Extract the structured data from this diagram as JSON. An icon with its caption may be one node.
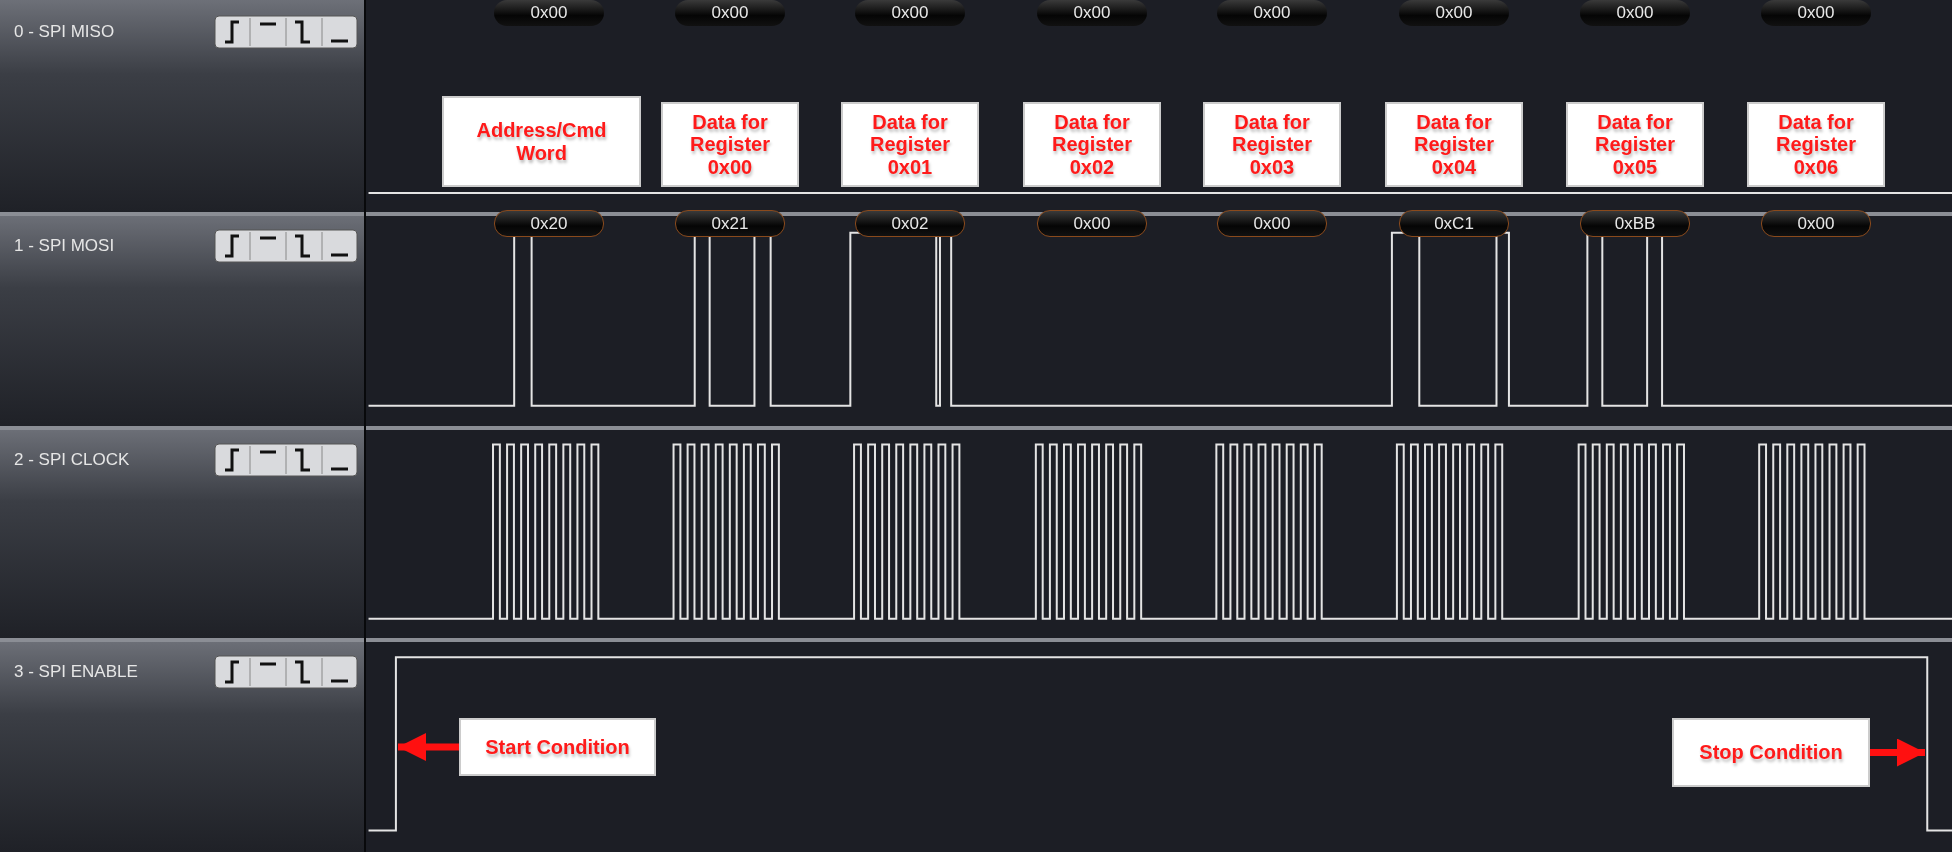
{
  "diagram": {
    "nodes": [
      {
        "text": [
          "0x00"
        ]
      },
      {
        "text": [
          "0x00"
        ]
      },
      {
        "text": [
          "0x00"
        ]
      },
      {
        "text": [
          "0x00"
        ]
      },
      {
        "text": [
          "0x00"
        ]
      },
      {
        "text": [
          "0x00"
        ]
      },
      {
        "text": [
          "0x00"
        ]
      },
      {
        "text": [
          "0x00"
        ]
      },
      {
        "text": [
          "Address/Cmd Word"
        ]
      },
      {
        "text": [
          "Data for Register 0x00"
        ]
      },
      {
        "text": [
          "Data for Register 0x01"
        ]
      },
      {
        "text": [
          "Data for Register 0x02"
        ]
      },
      {
        "text": [
          "Data for Register 0x03"
        ]
      },
      {
        "text": [
          "Data for Register 0x04"
        ]
      },
      {
        "text": [
          "Data for Register 0x05"
        ]
      },
      {
        "text": [
          "Data for Register 0x06"
        ]
      },
      {
        "text": [
          "0x20"
        ]
      },
      {
        "text": [
          "0x21"
        ]
      },
      {
        "text": [
          "0x02"
        ]
      },
      {
        "text": [
          "0x00"
        ]
      },
      {
        "text": [
          "0x00"
        ]
      },
      {
        "text": [
          "0xC1"
        ]
      },
      {
        "text": [
          "0xBB"
        ]
      },
      {
        "text": [
          "0x00"
        ]
      },
      {
        "text": [
          "Start Condition"
        ]
      },
      {
        "text": [
          "Stop Condition"
        ]
      }
    ],
    "edges": [
      {
        "from": 24,
        "to": null,
        "arrow": "to"
      },
      {
        "from": 25,
        "to": null,
        "arrow": "to"
      }
    ],
    "labels": [
      "0 - SPI MISO",
      "1 - SPI MOSI",
      "2 - SPI CLOCK",
      "3 - SPI ENABLE"
    ]
  }
}
